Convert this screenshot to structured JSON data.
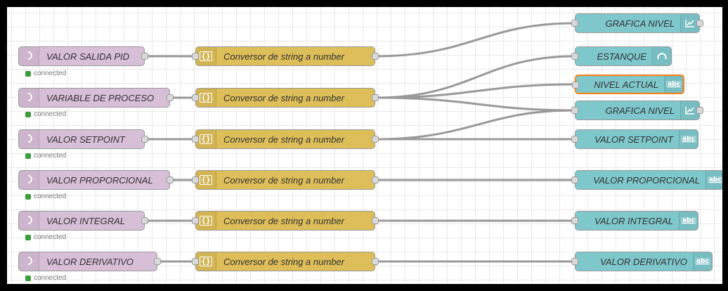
{
  "status_text": "connected",
  "mqtt_nodes": [
    {
      "label": "VALOR SALIDA PID",
      "icon": "mqtt-in-icon"
    },
    {
      "label": "VARIABLE DE PROCESO",
      "icon": "mqtt-in-icon"
    },
    {
      "label": "VALOR SETPOINT",
      "icon": "mqtt-in-icon"
    },
    {
      "label": "VALOR PROPORCIONAL",
      "icon": "mqtt-in-icon"
    },
    {
      "label": "VALOR INTEGRAL",
      "icon": "mqtt-in-icon"
    },
    {
      "label": "VALOR DERIVATIVO",
      "icon": "mqtt-in-icon"
    }
  ],
  "function_nodes": [
    {
      "label": "Conversor de string a number",
      "icon": "json-braces-icon"
    },
    {
      "label": "Conversor de string a number",
      "icon": "json-braces-icon"
    },
    {
      "label": "Conversor de string a number",
      "icon": "json-braces-icon"
    },
    {
      "label": "Conversor de string a number",
      "icon": "json-braces-icon"
    },
    {
      "label": "Conversor de string a number",
      "icon": "json-braces-icon"
    },
    {
      "label": "Conversor de string a number",
      "icon": "json-braces-icon"
    }
  ],
  "ui_nodes": [
    {
      "label": "GRAFICA NIVEL",
      "icon": "chart-icon"
    },
    {
      "label": "ESTANQUE",
      "icon": "gauge-icon"
    },
    {
      "label": "NIVEL ACTUAL",
      "icon": "text-abc-icon"
    },
    {
      "label": "GRAFICA NIVEL",
      "icon": "chart-icon"
    },
    {
      "label": "VALOR SETPOINT",
      "icon": "text-abc-icon"
    },
    {
      "label": "VALOR PROPORCIONAL",
      "icon": "text-abc-icon"
    },
    {
      "label": "VALOR INTEGRAL",
      "icon": "text-abc-icon"
    },
    {
      "label": "VALOR DERIVATIVO",
      "icon": "text-abc-icon"
    }
  ],
  "colors": {
    "mqtt_node": "#d8bfd8",
    "function_node": "#debe58",
    "ui_node": "#7ec8cc",
    "status_connected": "#3a9e3a",
    "selected_border": "#ff7f0e",
    "wire": "#999999"
  }
}
